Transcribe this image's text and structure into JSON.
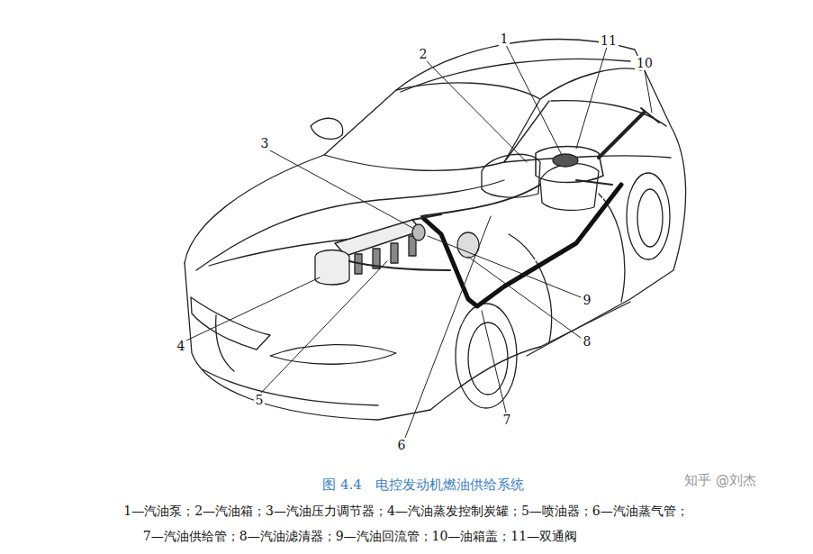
{
  "diagram": {
    "caption": "图 4.4　电控发动机燃油供给系统",
    "labels": [
      "1",
      "11",
      "2",
      "10",
      "3",
      "9",
      "8",
      "4",
      "7",
      "5",
      "6",
      "1—汽油泵；2—汽油箱；3—汽油压力调节器；4—汽油蒸发控制炭罐；5—喷油器；6—汽油蒸气管；",
      "7—汽油供给管；8—汽油滤清器；9—汽油回流管；10—油箱盖；11—双通阀",
      "知乎 @刘杰"
    ]
  }
}
